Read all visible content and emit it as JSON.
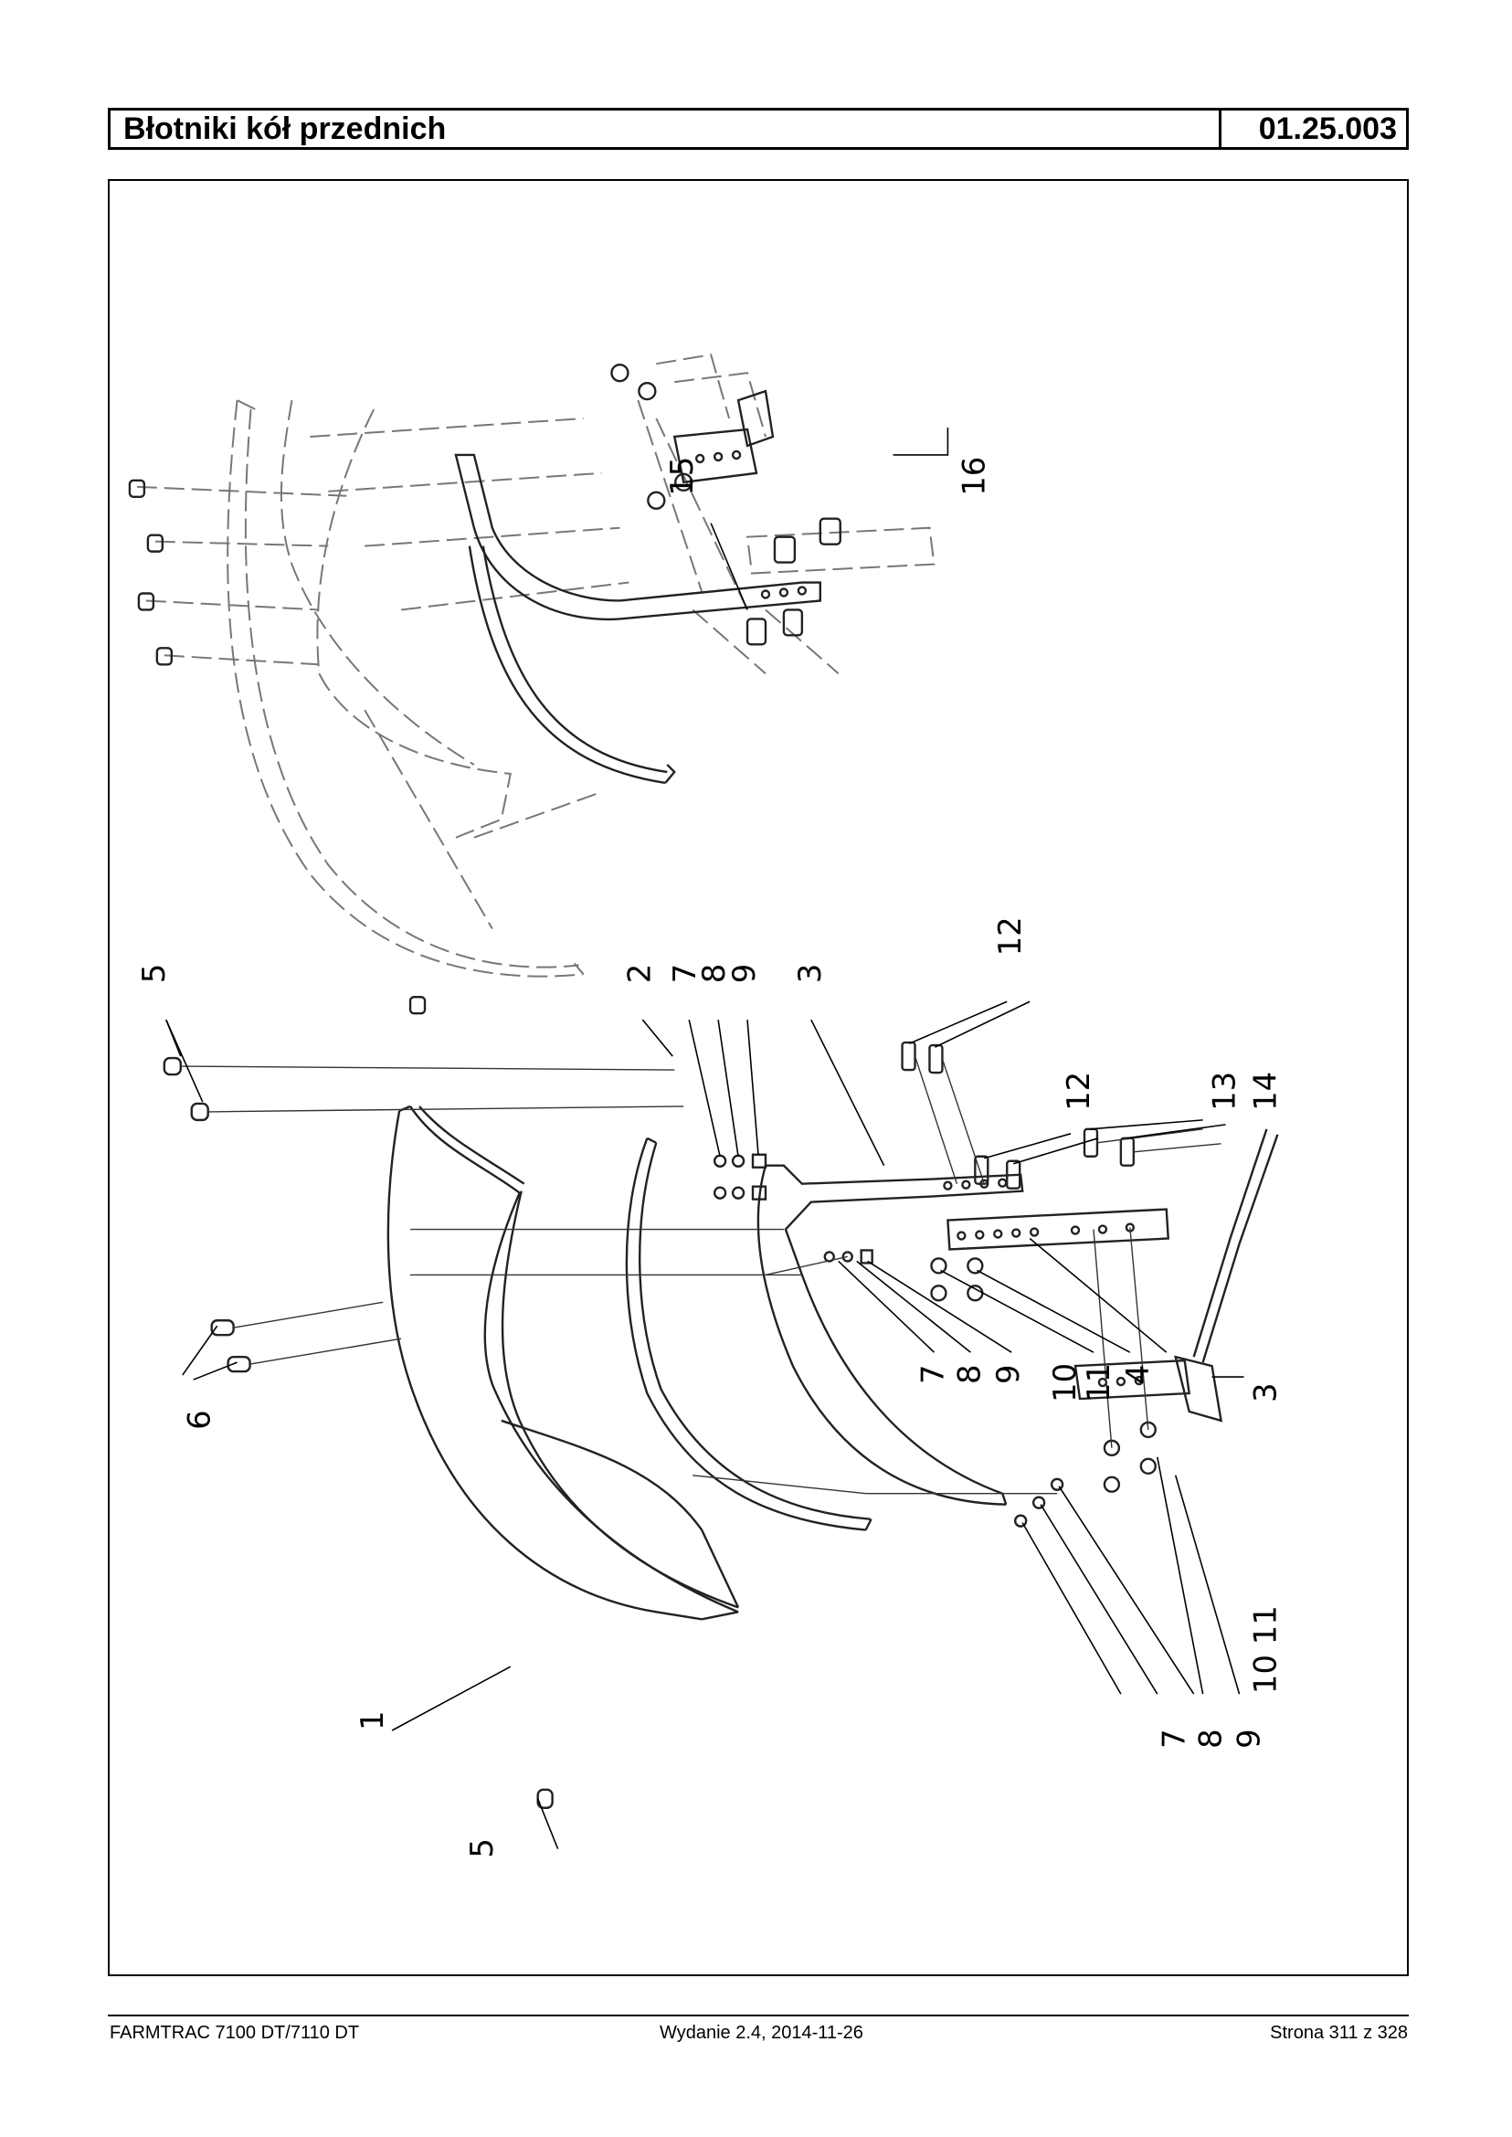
{
  "header": {
    "title": "Błotniki kół przednich",
    "code": "01.25.003"
  },
  "footer": {
    "model": "FARMTRAC 7100 DT/7110 DT",
    "edition": "Wydanie 2.4,  2014-11-26",
    "page": "Strona 311 z 328"
  },
  "callouts": {
    "c1": "1",
    "c2": "2",
    "c3": "3",
    "c3b": "3",
    "c4": "4",
    "c5a": "5",
    "c5b": "5",
    "c6": "6",
    "c7a": "7",
    "c8a": "8",
    "c9a": "9",
    "c7b": "7",
    "c8b": "8",
    "c9b": "9",
    "c7c": "7",
    "c8c": "8",
    "c9c": "9",
    "c10a": "10",
    "c11a": "11",
    "c1011": "10 11",
    "c12a": "12",
    "c12b": "12",
    "c13": "13",
    "c14": "14",
    "c15": "15",
    "c16": "16"
  }
}
